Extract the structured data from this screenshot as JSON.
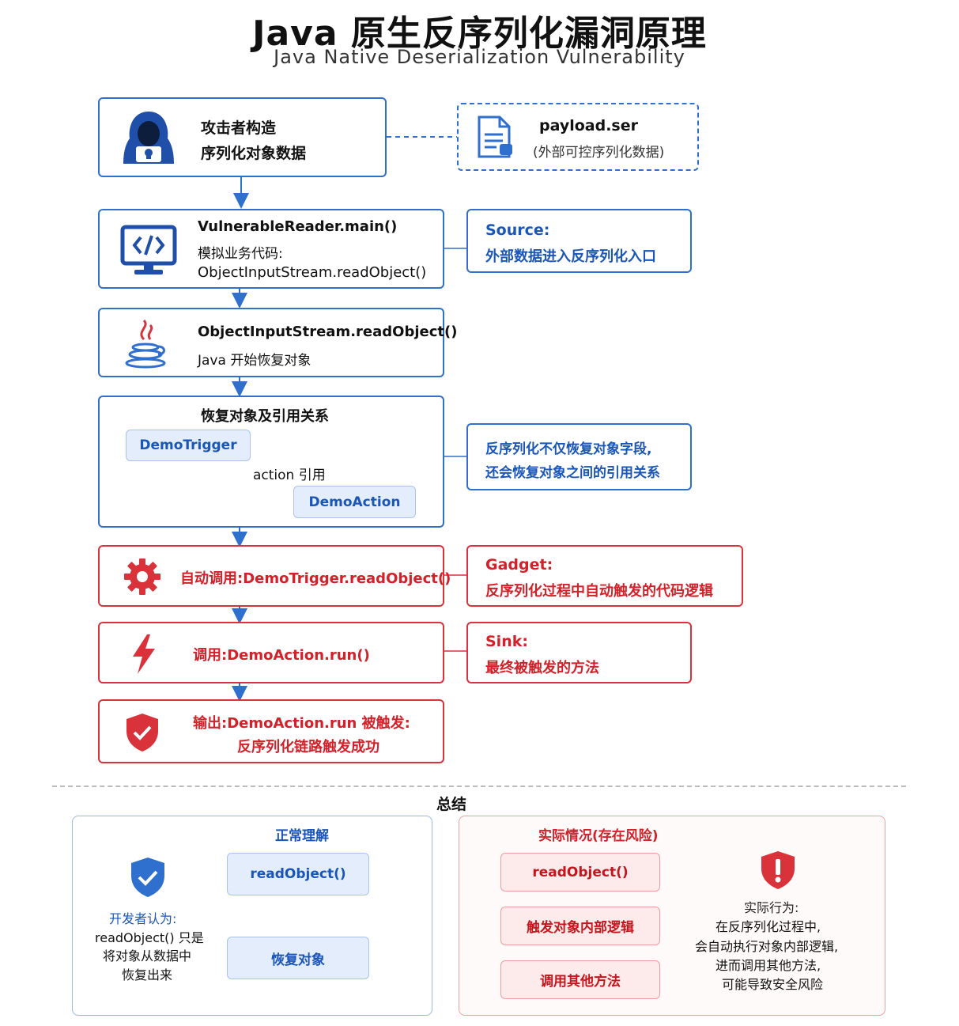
{
  "header": {
    "title": "Java 原生反序列化漏洞原理",
    "subtitle": "Java Native Deserialization Vulnerability"
  },
  "flow": {
    "attacker": {
      "line1": "攻击者构造",
      "line2": "序列化对象数据",
      "icon": "hacker-icon"
    },
    "payload": {
      "name": "payload.ser",
      "desc": "(外部可控序列化数据)",
      "icon": "file-icon"
    },
    "reader": {
      "title": "VulnerableReader.main()",
      "line2": "模拟业务代码:",
      "line3": "ObjectInputStream.readObject()",
      "icon": "code-monitor-icon"
    },
    "source": {
      "title": "Source:",
      "desc": "外部数据进入反序列化入口"
    },
    "ois": {
      "title": "ObjectInputStream.readObject()",
      "desc": "Java 开始恢复对象",
      "icon": "java-icon"
    },
    "restore": {
      "title": "恢复对象及引用关系",
      "trigger": "DemoTrigger",
      "action_ref": "action 引用",
      "action": "DemoAction"
    },
    "restore_note": {
      "line1": "反序列化不仅恢复对象字段,",
      "line2": "还会恢复对象之间的引用关系"
    },
    "auto_call": {
      "prefix": "自动调用:",
      "method": "DemoTrigger.readObject()",
      "icon": "gear-icon"
    },
    "gadget": {
      "title": "Gadget:",
      "desc": "反序列化过程中自动触发的代码逻辑"
    },
    "call": {
      "prefix": "调用:",
      "method": "DemoAction.run()",
      "icon": "lightning-icon"
    },
    "sink": {
      "title": "Sink:",
      "desc": "最终被触发的方法"
    },
    "output": {
      "line1": "输出:DemoAction.run 被触发:",
      "line2": "反序列化链路触发成功",
      "icon": "shield-check-icon"
    }
  },
  "summary": {
    "title": "总结",
    "normal": {
      "heading": "正常理解",
      "dev_label": "开发者认为:",
      "dev_line1": "readObject() 只是",
      "dev_line2": "将对象从数据中",
      "dev_line3": "恢复出来",
      "step1": "readObject()",
      "step2": "恢复对象",
      "icon": "shield-check-icon"
    },
    "actual": {
      "heading": "实际情况(存在风险)",
      "step1": "readObject()",
      "step2": "触发对象内部逻辑",
      "step3": "调用其他方法",
      "label": "实际行为:",
      "line1": "在反序列化过程中,",
      "line2": "会自动执行对象内部逻辑,",
      "line3": "进而调用其他方法,",
      "line4": "可能导致安全风险",
      "icon": "warning-shield-icon"
    }
  },
  "colors": {
    "blue": "#2f6fce",
    "red": "#d9323a",
    "dark_blue": "#1a56b8"
  }
}
